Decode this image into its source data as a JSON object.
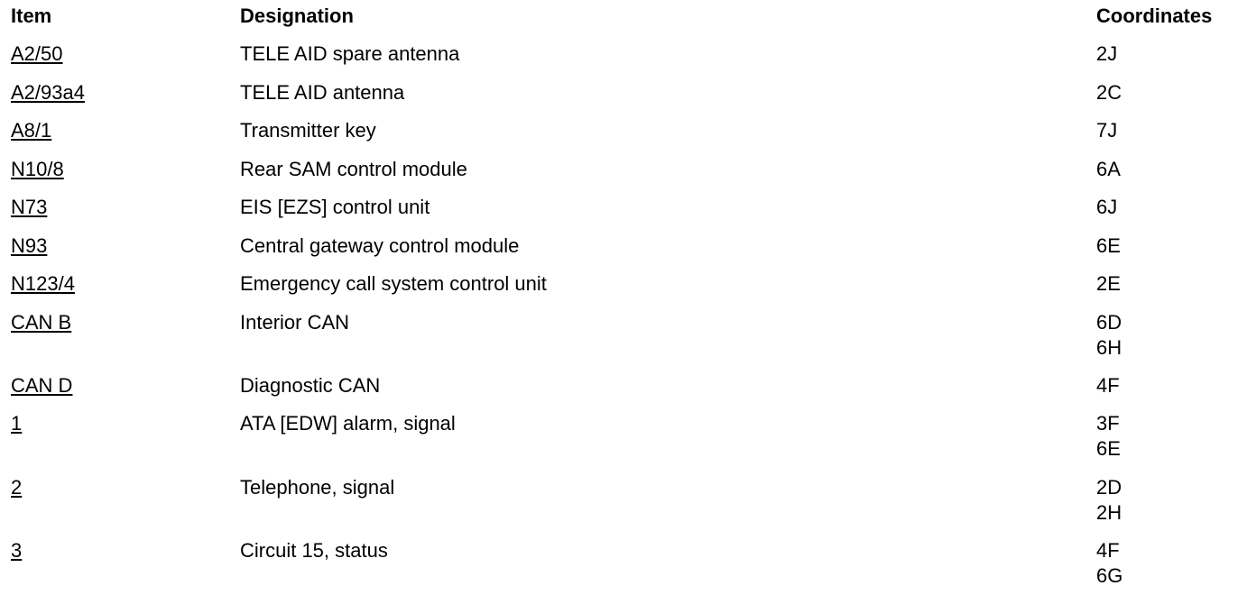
{
  "headers": {
    "item": "Item",
    "designation": "Designation",
    "coordinates": "Coordinates"
  },
  "rows": [
    {
      "item": "A2/50",
      "designation": "TELE AID spare antenna",
      "coords": [
        "2J"
      ]
    },
    {
      "item": "A2/93a4",
      "designation": "TELE AID antenna",
      "coords": [
        "2C"
      ]
    },
    {
      "item": "A8/1",
      "designation": "Transmitter key",
      "coords": [
        "7J"
      ]
    },
    {
      "item": "N10/8",
      "designation": "Rear SAM control module",
      "coords": [
        "6A"
      ]
    },
    {
      "item": "N73",
      "designation": "EIS [EZS] control unit",
      "coords": [
        "6J"
      ]
    },
    {
      "item": "N93",
      "designation": "Central gateway control module",
      "coords": [
        "6E"
      ]
    },
    {
      "item": "N123/4",
      "designation": "Emergency call system control unit",
      "coords": [
        "2E"
      ]
    },
    {
      "item": "CAN B",
      "designation": "Interior CAN",
      "coords": [
        "6D",
        "6H"
      ]
    },
    {
      "item": "CAN D",
      "designation": "Diagnostic CAN",
      "coords": [
        "4F"
      ]
    },
    {
      "item": "1",
      "designation": "ATA [EDW] alarm, signal",
      "coords": [
        "3F",
        "6E"
      ]
    },
    {
      "item": "2",
      "designation": "Telephone, signal",
      "coords": [
        "2D",
        "2H"
      ]
    },
    {
      "item": "3",
      "designation": "Circuit 15, status",
      "coords": [
        "4F",
        "6G"
      ]
    }
  ]
}
